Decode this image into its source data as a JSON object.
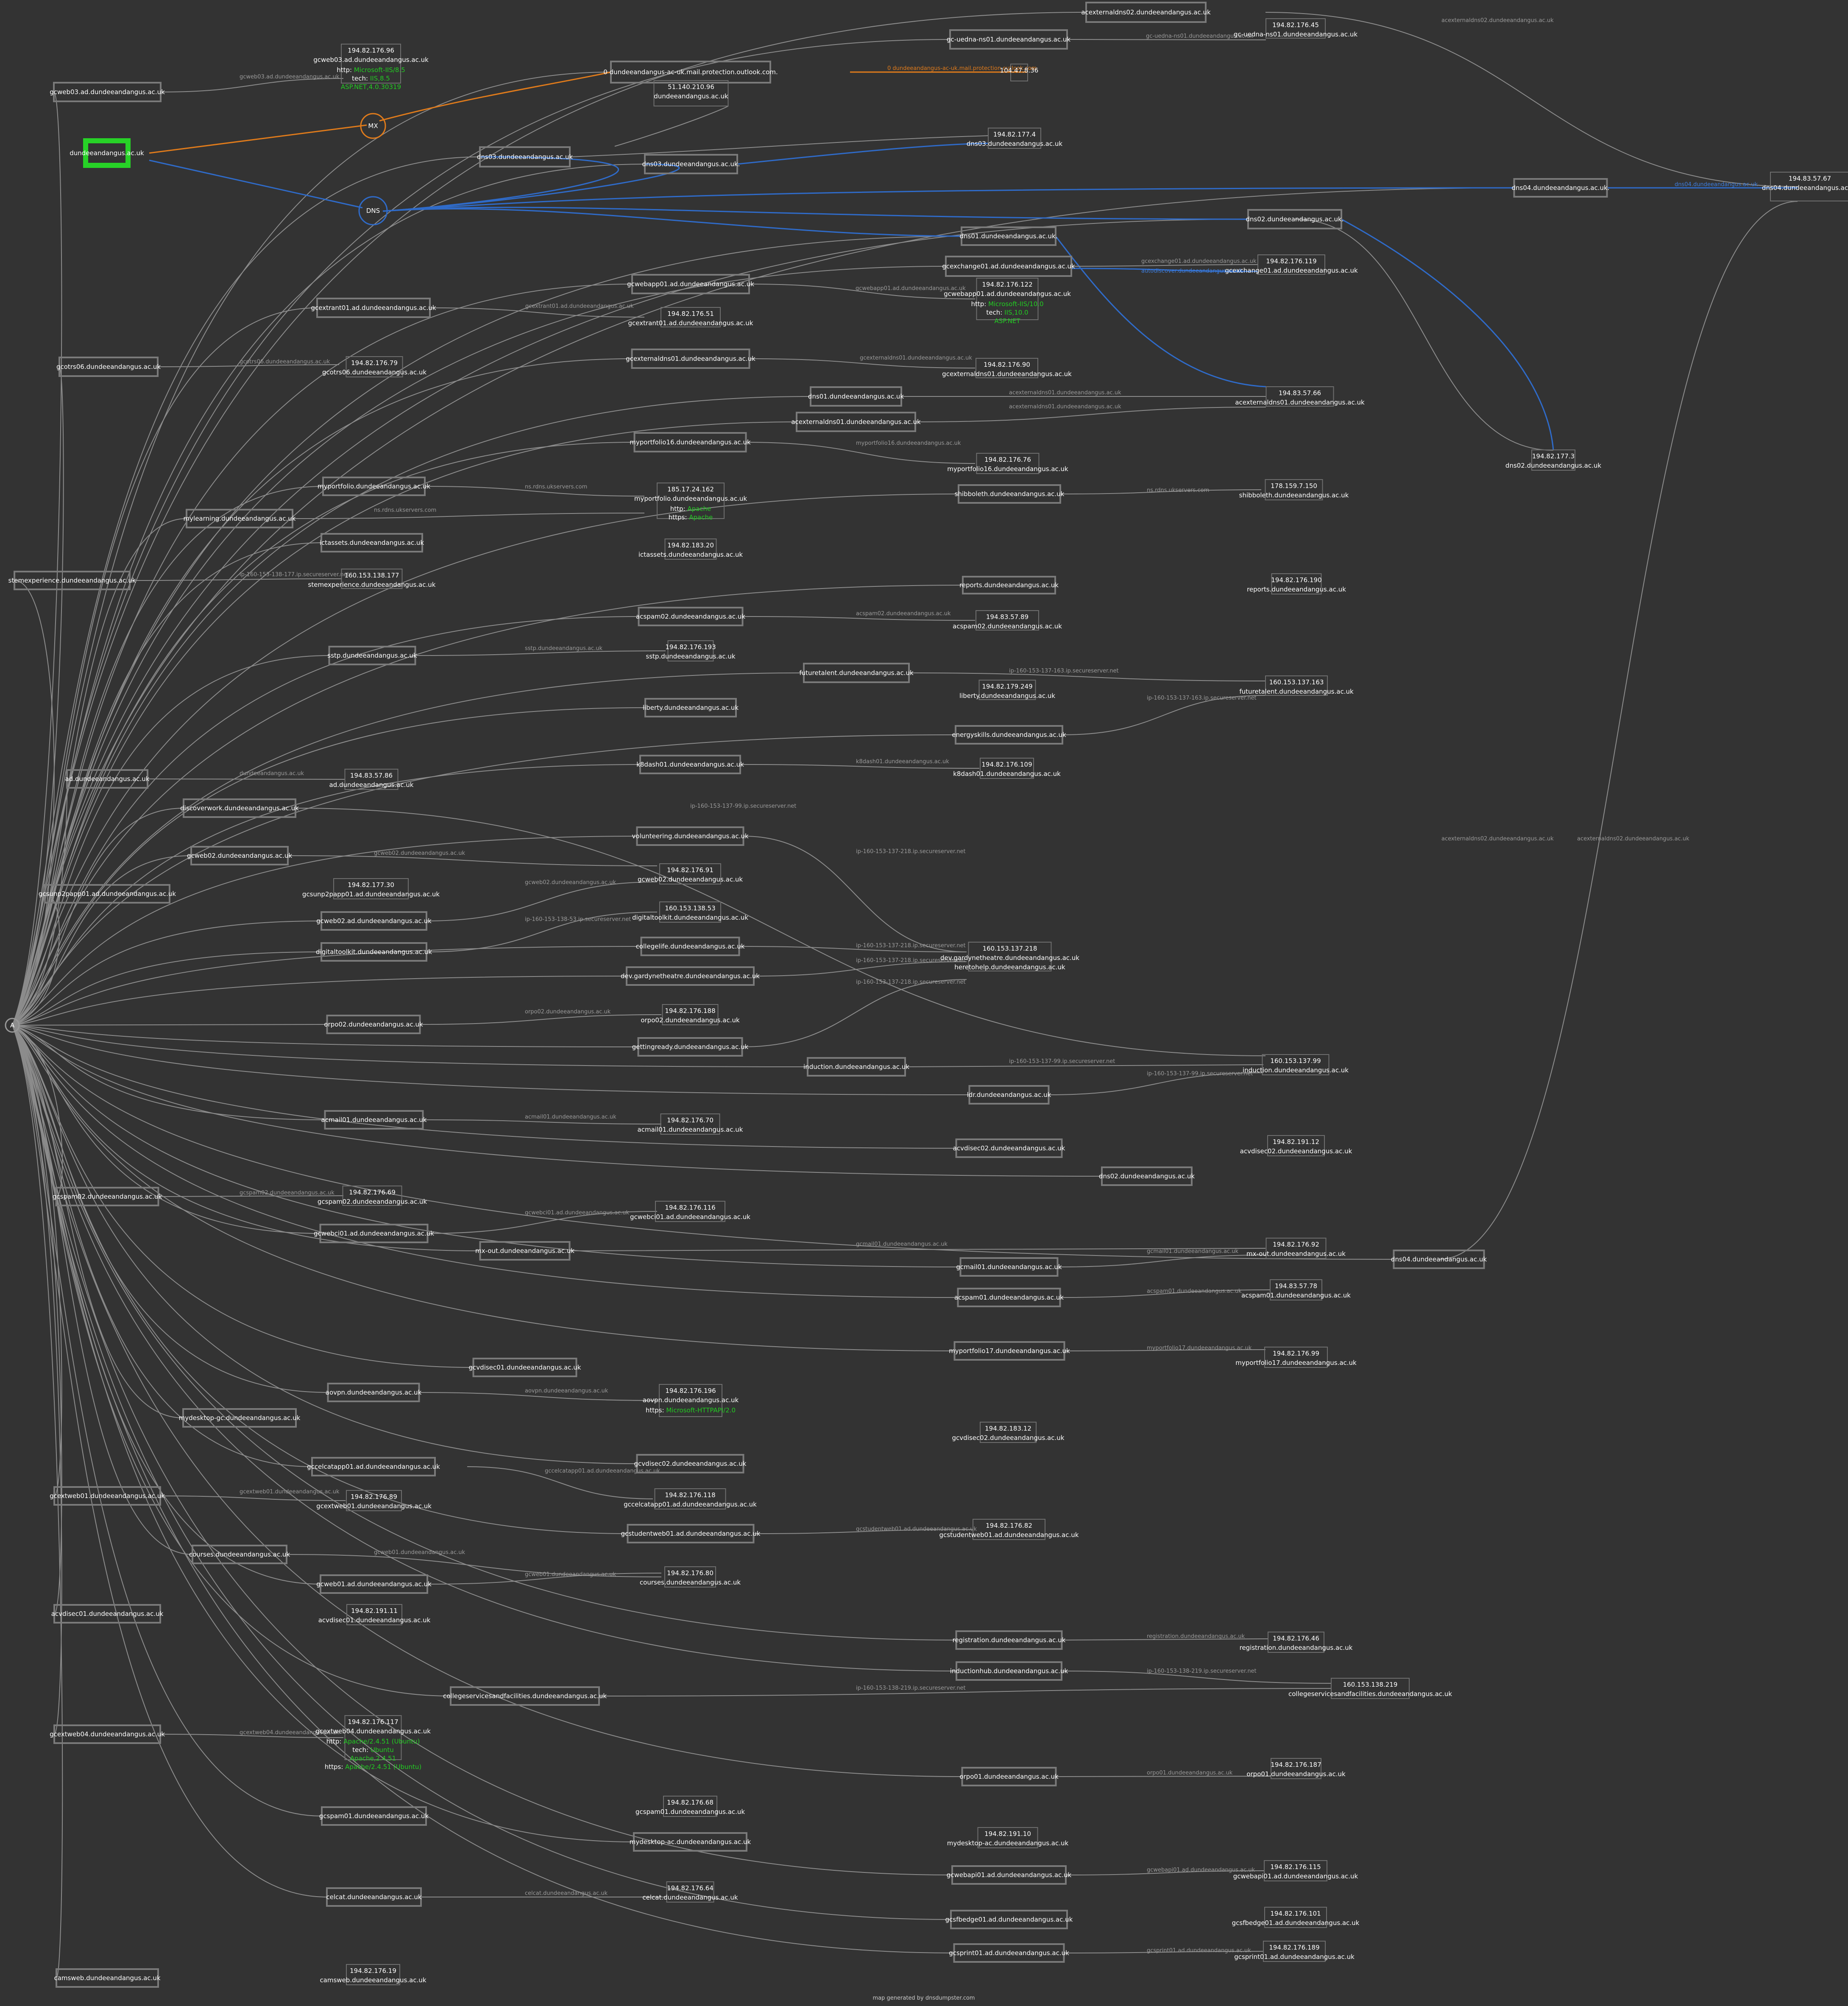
{
  "root": "dundeeandangus.ac.uk",
  "footer": "map generated by dnsdumpster.com",
  "hubs": {
    "mx": "MX",
    "dns": "DNS",
    "a": "A"
  },
  "mx_edge": "0 dundeeandangus-ac-uk.mail.protection.outlook.com.",
  "hosts": [
    {
      "label": "acexternaldns02.dundeeandangus.ac.uk"
    },
    {
      "label": "gc-uedna-ns01.dundeeandangus.ac.uk"
    },
    {
      "label": "gcweb03.ad.dundeeandangus.ac.uk"
    },
    {
      "label": "0 dundeeandangus-ac-uk.mail.protection.outlook.com."
    },
    {
      "label": "dundeeandangus.ac.uk"
    },
    {
      "label": "dns03.dundeeandangus.ac.uk"
    },
    {
      "label": "dns03.dundeeandangus.ac.uk."
    },
    {
      "label": "dns04.dundeeandangus.ac.uk."
    },
    {
      "label": "dns02.dundeeandangus.ac.uk."
    },
    {
      "label": "dns01.dundeeandangus.ac.uk."
    },
    {
      "label": "gcexchange01.ad.dundeeandangus.ac.uk"
    },
    {
      "label": "gcwebapp01.ad.dundeeandangus.ac.uk"
    },
    {
      "label": "gcextrant01.ad.dundeeandangus.ac.uk"
    },
    {
      "label": "gcexternaldns01.dundeeandangus.ac.uk"
    },
    {
      "label": "gcotrs06.dundeeandangus.ac.uk"
    },
    {
      "label": "dns01.dundeeandangus.ac.uk"
    },
    {
      "label": "acexternaldns01.dundeeandangus.ac.uk"
    },
    {
      "label": "myportfolio16.dundeeandangus.ac.uk"
    },
    {
      "label": "myportfolio.dundeeandangus.ac.uk"
    },
    {
      "label": "shibboleth.dundeeandangus.ac.uk"
    },
    {
      "label": "mylearning.dundeeandangus.ac.uk"
    },
    {
      "label": "ictassets.dundeeandangus.ac.uk"
    },
    {
      "label": "stemexperience.dundeeandangus.ac.uk"
    },
    {
      "label": "reports.dundeeandangus.ac.uk"
    },
    {
      "label": "acspam02.dundeeandangus.ac.uk"
    },
    {
      "label": "sstp.dundeeandangus.ac.uk"
    },
    {
      "label": "futuretalent.dundeeandangus.ac.uk"
    },
    {
      "label": "liberty.dundeeandangus.ac.uk"
    },
    {
      "label": "energyskills.dundeeandangus.ac.uk"
    },
    {
      "label": "ad.dundeeandangus.ac.uk"
    },
    {
      "label": "k8dash01.dundeeandangus.ac.uk"
    },
    {
      "label": "discoverwork.dundeeandangus.ac.uk"
    },
    {
      "label": "gcweb02.dundeeandangus.ac.uk"
    },
    {
      "label": "volunteering.dundeeandangus.ac.uk"
    },
    {
      "label": "gcsunp2papp01.ad.dundeeandangus.ac.uk"
    },
    {
      "label": "gcweb02.ad.dundeeandangus.ac.uk"
    },
    {
      "label": "digitaltoolkit.dundeeandangus.ac.uk"
    },
    {
      "label": "collegelife.dundeeandangus.ac.uk"
    },
    {
      "label": "dev.gardynetheatre.dundeeandangus.ac.uk"
    },
    {
      "label": "orpo02.dundeeandangus.ac.uk"
    },
    {
      "label": "gettingready.dundeeandangus.ac.uk"
    },
    {
      "label": "induction.dundeeandangus.ac.uk"
    },
    {
      "label": "ldr.dundeeandangus.ac.uk"
    },
    {
      "label": "acmail01.dundeeandangus.ac.uk"
    },
    {
      "label": "acvdisec02.dundeeandangus.ac.uk"
    },
    {
      "label": "dns02.dundeeandangus.ac.uk"
    },
    {
      "label": "gcspam02.dundeeandangus.ac.uk"
    },
    {
      "label": "gcwebci01.ad.dundeeandangus.ac.uk"
    },
    {
      "label": "mx-out.dundeeandangus.ac.uk"
    },
    {
      "label": "gcmail01.dundeeandangus.ac.uk"
    },
    {
      "label": "dns04.dundeeandangus.ac.uk"
    },
    {
      "label": "acspam01.dundeeandangus.ac.uk"
    },
    {
      "label": "myportfolio17.dundeeandangus.ac.uk"
    },
    {
      "label": "gcvdisec01.dundeeandangus.ac.uk"
    },
    {
      "label": "aovpn.dundeeandangus.ac.uk"
    },
    {
      "label": "mydesktop-gc.dundeeandangus.ac.uk"
    },
    {
      "label": "gcvdisec02.dundeeandangus.ac.uk"
    },
    {
      "label": "gccelcatapp01.ad.dundeeandangus.ac.uk"
    },
    {
      "label": "gcextweb01.dundeeandangus.ac.uk"
    },
    {
      "label": "gcstudentweb01.ad.dundeeandangus.ac.uk"
    },
    {
      "label": "courses.dundeeandangus.ac.uk"
    },
    {
      "label": "gcweb01.ad.dundeeandangus.ac.uk"
    },
    {
      "label": "acvdisec01.dundeeandangus.ac.uk"
    },
    {
      "label": "registration.dundeeandangus.ac.uk"
    },
    {
      "label": "inductionhub.dundeeandangus.ac.uk"
    },
    {
      "label": "collegeservicesandfacilities.dundeeandangus.ac.uk"
    },
    {
      "label": "gcextweb04.dundeeandangus.ac.uk"
    },
    {
      "label": "orpo01.dundeeandangus.ac.uk"
    },
    {
      "label": "gcspam01.dundeeandangus.ac.uk"
    },
    {
      "label": "mydesktop-ac.dundeeandangus.ac.uk"
    },
    {
      "label": "gcwebapi01.ad.dundeeandangus.ac.uk"
    },
    {
      "label": "gcsfbedge01.ad.dundeeandangus.ac.uk"
    },
    {
      "label": "celcat.dundeeandangus.ac.uk"
    },
    {
      "label": "gcsprint01.ad.dundeeandangus.ac.uk"
    },
    {
      "label": "camsweb.dundeeandangus.ac.uk"
    }
  ],
  "ips": [
    {
      "ip": "194.82.176.45",
      "name": "gc-uedna-ns01.dundeeandangus.ac.uk"
    },
    {
      "ip": "194.82.176.96",
      "name": "gcweb03.ad.dundeeandangus.ac.uk",
      "info": [
        {
          "k": "http: ",
          "v": "Microsoft-IIS/8.5"
        },
        {
          "k": "tech: ",
          "v": "IIS,8.5"
        },
        {
          "k": "",
          "v": "ASP.NET,4.0.30319"
        }
      ]
    },
    {
      "ip": "104.47.8.36",
      "name": ""
    },
    {
      "ip": "51.140.210.96",
      "name": "dundeeandangus.ac.uk"
    },
    {
      "ip": "194.82.177.4",
      "name": "dns03.dundeeandangus.ac.uk"
    },
    {
      "ip": "194.83.57.67",
      "name": "dns04.dundeeandangus.ac.uk"
    },
    {
      "ip": "194.82.176.119",
      "name": "gcexchange01.ad.dundeeandangus.ac.uk"
    },
    {
      "ip": "194.82.176.122",
      "name": "gcwebapp01.ad.dundeeandangus.ac.uk",
      "info": [
        {
          "k": "http: ",
          "v": "Microsoft-IIS/10.0"
        },
        {
          "k": "tech: ",
          "v": "IIS,10.0"
        },
        {
          "k": "",
          "v": "ASP.NET"
        }
      ]
    },
    {
      "ip": "194.82.176.51",
      "name": "gcextrant01.ad.dundeeandangus.ac.uk"
    },
    {
      "ip": "194.82.176.79",
      "name": "gcotrs06.dundeeandangus.ac.uk"
    },
    {
      "ip": "194.82.176.90",
      "name": "gcexternaldns01.dundeeandangus.ac.uk"
    },
    {
      "ip": "194.83.57.66",
      "name": "acexternaldns01.dundeeandangus.ac.uk"
    },
    {
      "ip": "194.82.177.3",
      "name": "dns02.dundeeandangus.ac.uk"
    },
    {
      "ip": "194.82.176.76",
      "name": "myportfolio16.dundeeandangus.ac.uk"
    },
    {
      "ip": "185.17.24.162",
      "name": "myportfolio.dundeeandangus.ac.uk",
      "info": [
        {
          "k": "http: ",
          "v": "Apache"
        },
        {
          "k": "https: ",
          "v": "Apache"
        }
      ]
    },
    {
      "ip": "178.159.7.150",
      "name": "shibboleth.dundeeandangus.ac.uk"
    },
    {
      "ip": "194.82.183.20",
      "name": "ictassets.dundeeandangus.ac.uk"
    },
    {
      "ip": "160.153.138.177",
      "name": "stemexperience.dundeeandangus.ac.uk"
    },
    {
      "ip": "194.82.176.190",
      "name": "reports.dundeeandangus.ac.uk"
    },
    {
      "ip": "194.83.57.89",
      "name": "acspam02.dundeeandangus.ac.uk"
    },
    {
      "ip": "194.82.176.193",
      "name": "sstp.dundeeandangus.ac.uk"
    },
    {
      "ip": "160.153.137.163",
      "name": "futuretalent.dundeeandangus.ac.uk"
    },
    {
      "ip": "194.82.179.249",
      "name": "liberty.dundeeandangus.ac.uk"
    },
    {
      "ip": "194.83.57.86",
      "name": "ad.dundeeandangus.ac.uk"
    },
    {
      "ip": "194.82.176.109",
      "name": "k8dash01.dundeeandangus.ac.uk"
    },
    {
      "ip": "194.82.176.91",
      "name": "gcweb02.dundeeandangus.ac.uk"
    },
    {
      "ip": "194.82.177.30",
      "name": "gcsunp2papp01.ad.dundeeandangus.ac.uk"
    },
    {
      "ip": "160.153.138.53",
      "name": "digitaltoolkit.dundeeandangus.ac.uk"
    },
    {
      "ip": "160.153.137.218",
      "name": "dev.gardynetheatre.dundeeandangus.ac.uk",
      "name2": "heretohelp.dundeeandangus.ac.uk"
    },
    {
      "ip": "194.82.176.188",
      "name": "orpo02.dundeeandangus.ac.uk"
    },
    {
      "ip": "160.153.137.99",
      "name": "induction.dundeeandangus.ac.uk"
    },
    {
      "ip": "194.82.176.70",
      "name": "acmail01.dundeeandangus.ac.uk"
    },
    {
      "ip": "194.82.191.12",
      "name": "acvdisec02.dundeeandangus.ac.uk"
    },
    {
      "ip": "194.82.176.69",
      "name": "gcspam02.dundeeandangus.ac.uk"
    },
    {
      "ip": "194.82.176.116",
      "name": "gcwebci01.ad.dundeeandangus.ac.uk"
    },
    {
      "ip": "194.82.176.92",
      "name": "mx-out.dundeeandangus.ac.uk"
    },
    {
      "ip": "194.83.57.78",
      "name": "acspam01.dundeeandangus.ac.uk"
    },
    {
      "ip": "194.82.176.99",
      "name": "myportfolio17.dundeeandangus.ac.uk"
    },
    {
      "ip": "194.82.176.196",
      "name": "aovpn.dundeeandangus.ac.uk",
      "info": [
        {
          "k": "https: ",
          "v": "Microsoft-HTTPAPI/2.0"
        }
      ]
    },
    {
      "ip": "194.82.183.12",
      "name": "gcvdisec02.dundeeandangus.ac.uk"
    },
    {
      "ip": "194.82.176.118",
      "name": "gccelcatapp01.ad.dundeeandangus.ac.uk"
    },
    {
      "ip": "194.82.176.89",
      "name": "gcextweb01.dundeeandangus.ac.uk"
    },
    {
      "ip": "194.82.176.82",
      "name": "gcstudentweb01.ad.dundeeandangus.ac.uk"
    },
    {
      "ip": "194.82.176.80",
      "name": "courses.dundeeandangus.ac.uk"
    },
    {
      "ip": "194.82.191.11",
      "name": "acvdisec01.dundeeandangus.ac.uk"
    },
    {
      "ip": "194.82.176.46",
      "name": "registration.dundeeandangus.ac.uk"
    },
    {
      "ip": "160.153.138.219",
      "name": "collegeservicesandfacilities.dundeeandangus.ac.uk"
    },
    {
      "ip": "194.82.176.117",
      "name": "gcextweb04.dundeeandangus.ac.uk",
      "info": [
        {
          "k": "http: ",
          "v": "Apache/2.4.51 (Ubuntu)"
        },
        {
          "k": "tech: ",
          "v": "Ubuntu"
        },
        {
          "k": "",
          "v": "Apache,2.4.51"
        },
        {
          "k": "https: ",
          "v": "Apache/2.4.51 (Ubuntu)"
        }
      ]
    },
    {
      "ip": "194.82.176.187",
      "name": "orpo01.dundeeandangus.ac.uk"
    },
    {
      "ip": "194.82.176.68",
      "name": "gcspam01.dundeeandangus.ac.uk"
    },
    {
      "ip": "194.82.191.10",
      "name": "mydesktop-ac.dundeeandangus.ac.uk"
    },
    {
      "ip": "194.82.176.115",
      "name": "gcwebapi01.ad.dundeeandangus.ac.uk"
    },
    {
      "ip": "194.82.176.101",
      "name": "gcsfbedge01.ad.dundeeandangus.ac.uk"
    },
    {
      "ip": "194.82.176.64",
      "name": "celcat.dundeeandangus.ac.uk"
    },
    {
      "ip": "194.82.176.189",
      "name": "gcsprint01.ad.dundeeandangus.ac.uk"
    },
    {
      "ip": "194.82.176.19",
      "name": "camsweb.dundeeandangus.ac.uk"
    }
  ],
  "edges": [
    {
      "text": "acexternaldns02.dundeeandangus.ac.uk"
    },
    {
      "text": "gc-uedna-ns01.dundeeandangus.ac.uk"
    },
    {
      "text": "gcweb03.ad.dundeeandangus.ac.uk"
    },
    {
      "text": "0 dundeeandangus-ac-uk.mail.protection.outlook.com"
    },
    {
      "text": "dns04.dundeeandangus.ac.uk"
    },
    {
      "text": "gcexchange01.ad.dundeeandangus.ac.uk"
    },
    {
      "text": "autodiscover.dundeeandangus.ac.uk"
    },
    {
      "text": "gcwebapp01.ad.dundeeandangus.ac.uk"
    },
    {
      "text": "gcextrant01.ad.dundeeandangus.ac.uk"
    },
    {
      "text": "gcotrs06.dundeeandangus.ac.uk"
    },
    {
      "text": "gcexternaldns01.dundeeandangus.ac.uk"
    },
    {
      "text": "acexternaldns01.dundeeandangus.ac.uk"
    },
    {
      "text": "acexternaldns01.dundeeandangus.ac.uk"
    },
    {
      "text": "myportfolio16.dundeeandangus.ac.uk"
    },
    {
      "text": "ns.rdns.ukservers.com"
    },
    {
      "text": "ns.rdns.ukservers.com"
    },
    {
      "text": "ns.rdns.ukservers.com"
    },
    {
      "text": "ip-160-153-138-177.ip.secureserver.net"
    },
    {
      "text": "acspam02.dundeeandangus.ac.uk"
    },
    {
      "text": "sstp.dundeeandangus.ac.uk"
    },
    {
      "text": "ip-160-153-137-163.ip.secureserver.net"
    },
    {
      "text": "ip-160-153-137-163.ip.secureserver.net"
    },
    {
      "text": "dundeeandangus.ac.uk"
    },
    {
      "text": "k8dash01.dundeeandangus.ac.uk"
    },
    {
      "text": "ip-160-153-137-99.ip.secureserver.net"
    },
    {
      "text": "gcweb02.dundeeandangus.ac.uk"
    },
    {
      "text": "ip-160-153-137-218.ip.secureserver.net"
    },
    {
      "text": "gcweb02.dundeeandangus.ac.uk"
    },
    {
      "text": "ip-160-153-138-53.ip.secureserver.net"
    },
    {
      "text": "ip-160-153-137-218.ip.secureserver.net"
    },
    {
      "text": "ip-160-153-137-218.ip.secureserver.net"
    },
    {
      "text": "orpo02.dundeeandangus.ac.uk"
    },
    {
      "text": "ip-160-153-137-218.ip.secureserver.net"
    },
    {
      "text": "ip-160-153-137-99.ip.secureserver.net"
    },
    {
      "text": "ip-160-153-137-99.ip.secureserver.net"
    },
    {
      "text": "acmail01.dundeeandangus.ac.uk"
    },
    {
      "text": "gcspam02.dundeeandangus.ac.uk"
    },
    {
      "text": "gcwebci01.ad.dundeeandangus.ac.uk"
    },
    {
      "text": "gcmail01.dundeeandangus.ac.uk"
    },
    {
      "text": "gcmail01.dundeeandangus.ac.uk"
    },
    {
      "text": "acspam01.dundeeandangus.ac.uk"
    },
    {
      "text": "myportfolio17.dundeeandangus.ac.uk"
    },
    {
      "text": "aovpn.dundeeandangus.ac.uk"
    },
    {
      "text": "gccelcatapp01.ad.dundeeandangus.ac.uk"
    },
    {
      "text": "gcextweb01.dundeeandangus.ac.uk"
    },
    {
      "text": "gcstudentweb01.ad.dundeeandangus.ac.uk"
    },
    {
      "text": "gcweb01.dundeeandangus.ac.uk"
    },
    {
      "text": "gcweb01.dundeeandangus.ac.uk"
    },
    {
      "text": "registration.dundeeandangus.ac.uk"
    },
    {
      "text": "ip-160-153-138-219.ip.secureserver.net"
    },
    {
      "text": "ip-160-153-138-219.ip.secureserver.net"
    },
    {
      "text": "gcextweb04.dundeeandangus.ac.uk"
    },
    {
      "text": "orpo01.dundeeandangus.ac.uk"
    },
    {
      "text": "gcwebapi01.ad.dundeeandangus.ac.uk"
    },
    {
      "text": "celcat.dundeeandangus.ac.uk"
    },
    {
      "text": "gcsprint01.ad.dundeeandangus.ac.uk"
    },
    {
      "text": "acexternaldns02.dundeeandangus.ac.uk"
    },
    {
      "text": "acexternaldns02.dundeeandangus.ac.uk"
    }
  ]
}
